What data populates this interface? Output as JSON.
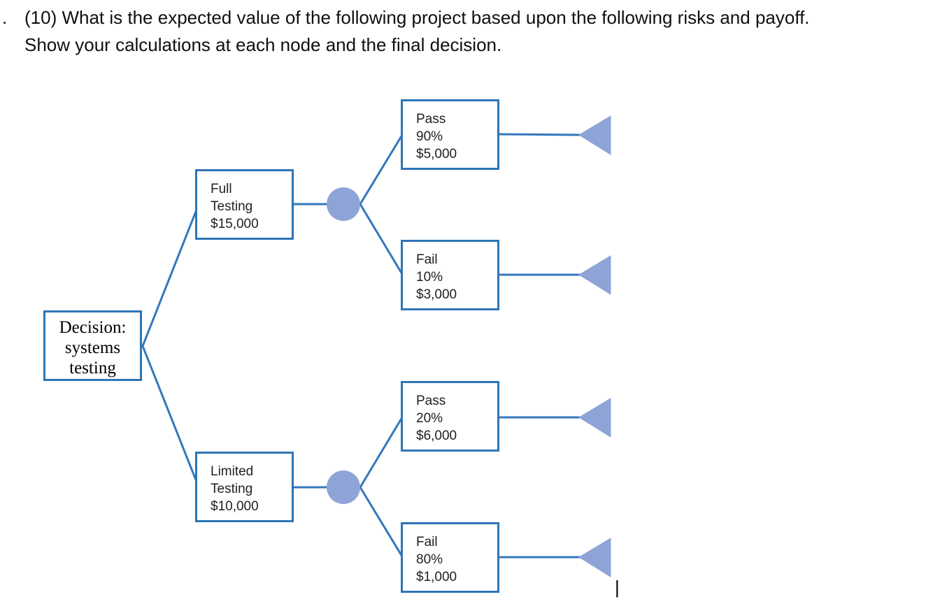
{
  "question": {
    "marker": ".",
    "line1": "(10) What is the expected value of the following project based upon the following risks and payoff.",
    "line2": "Show your calculations at each node and the final decision."
  },
  "colors": {
    "line": "#3377BD",
    "box_border": "#2E75B6",
    "node_fill": "#8EA4D6",
    "text": "#1F1F1F"
  },
  "tree": {
    "decision": {
      "lines": [
        "Decision:",
        "systems",
        "testing"
      ]
    },
    "options": [
      {
        "label": "Full Testing",
        "cost": "$15,000",
        "lines": [
          "Full",
          "Testing",
          "$15,000"
        ],
        "outcomes": [
          {
            "result": "Pass",
            "probability": "90%",
            "payoff": "$5,000",
            "lines": [
              "Pass",
              "90%",
              "$5,000"
            ]
          },
          {
            "result": "Fail",
            "probability": "10%",
            "payoff": "$3,000",
            "lines": [
              "Fail",
              "10%",
              "$3,000"
            ]
          }
        ]
      },
      {
        "label": "Limited Testing",
        "cost": "$10,000",
        "lines": [
          "Limited",
          "Testing",
          "$10,000"
        ],
        "outcomes": [
          {
            "result": "Pass",
            "probability": "20%",
            "payoff": "$6,000",
            "lines": [
              "Pass",
              "20%",
              "$6,000"
            ]
          },
          {
            "result": "Fail",
            "probability": "80%",
            "payoff": "$1,000",
            "lines": [
              "Fail",
              "80%",
              "$1,000"
            ]
          }
        ]
      }
    ]
  },
  "cursor": "|"
}
